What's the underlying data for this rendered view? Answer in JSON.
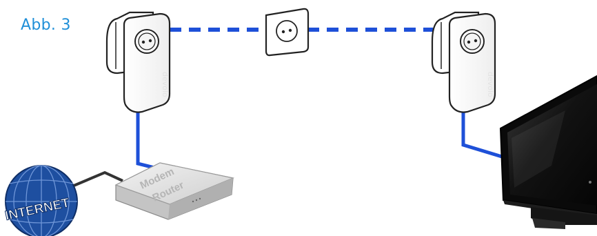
{
  "figure": {
    "title": "Abb. 3"
  },
  "devices": {
    "adapter_brand": "devolo",
    "router_lines": [
      "Modem",
      "Router"
    ],
    "globe_label": "INTERNET"
  },
  "colors": {
    "title": "#1f8fd8",
    "powerline": "#1e50d8",
    "ethernet": "#1e50d8",
    "dsl_cable": "#333333",
    "globe": "#1e4fa0"
  },
  "icons": [
    "powerline-adapter-icon",
    "wall-socket-icon",
    "router-icon",
    "globe-icon",
    "tv-icon"
  ]
}
